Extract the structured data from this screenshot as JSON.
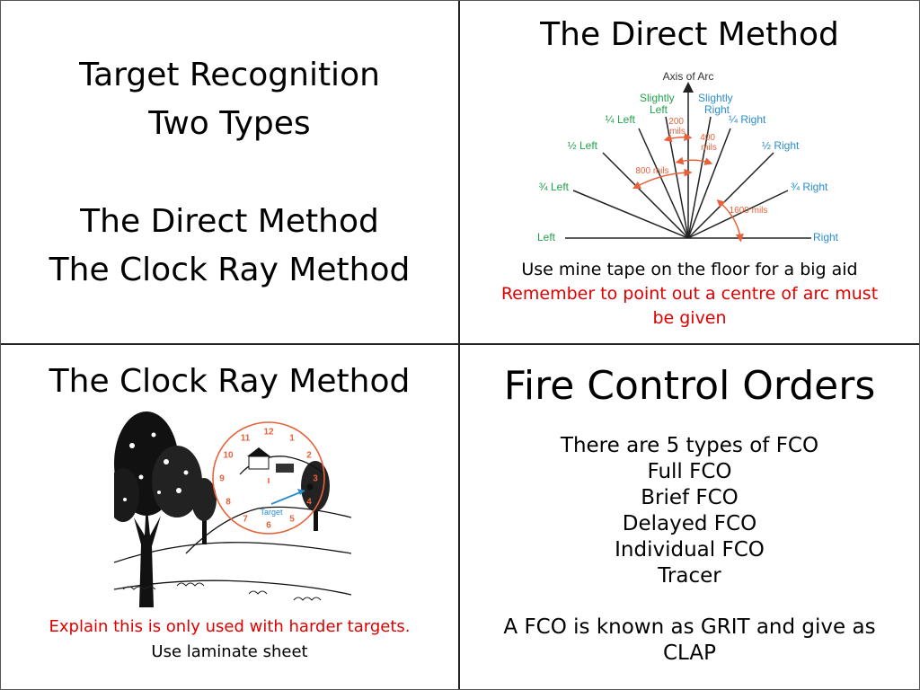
{
  "colors": {
    "red": "#e00000",
    "green": "#22a24a",
    "blue": "#2a8ccd",
    "orange": "#e8613a"
  },
  "tl": {
    "title_line1": "Target Recognition",
    "title_line2": "Two Types",
    "method_line1": "The Direct Method",
    "method_line2": "The Clock Ray Method"
  },
  "tr": {
    "title": "The Direct Method",
    "diagram": {
      "axis_label": "Axis of Arc",
      "slightly_left": [
        "Slightly",
        "Left"
      ],
      "slightly_right": [
        "Slightly",
        "Right"
      ],
      "quarter_left": "¼ Left",
      "quarter_right": "¼ Right",
      "half_left": "½ Left",
      "half_right": "½ Right",
      "three_quarter_left": "¾ Left",
      "three_quarter_right": "¾ Right",
      "left": "Left",
      "right": "Right",
      "mils_200": [
        "200",
        "mils"
      ],
      "mils_400": [
        "400",
        "mils"
      ],
      "mils_800": "800 mils",
      "mils_1600": "1600 mils"
    },
    "note1": "Use mine tape on the floor for a big aid",
    "note2_line1": "Remember to point out a centre of arc must",
    "note2_line2": "be given"
  },
  "bl": {
    "title": "The Clock Ray Method",
    "clock_numbers": [
      "12",
      "1",
      "2",
      "3",
      "4",
      "5",
      "6",
      "7",
      "8",
      "9",
      "10",
      "11"
    ],
    "target_label": "Target",
    "note1": "Explain this is only used with harder targets.",
    "note2": "Use laminate sheet"
  },
  "br": {
    "title": "Fire Control Orders",
    "items": [
      "There are 5 types of FCO",
      "Full FCO",
      "Brief FCO",
      "Delayed FCO",
      "Individual FCO",
      "Tracer"
    ],
    "foot_line1": "A FCO is known as GRIT and give as",
    "foot_line2": "CLAP"
  }
}
